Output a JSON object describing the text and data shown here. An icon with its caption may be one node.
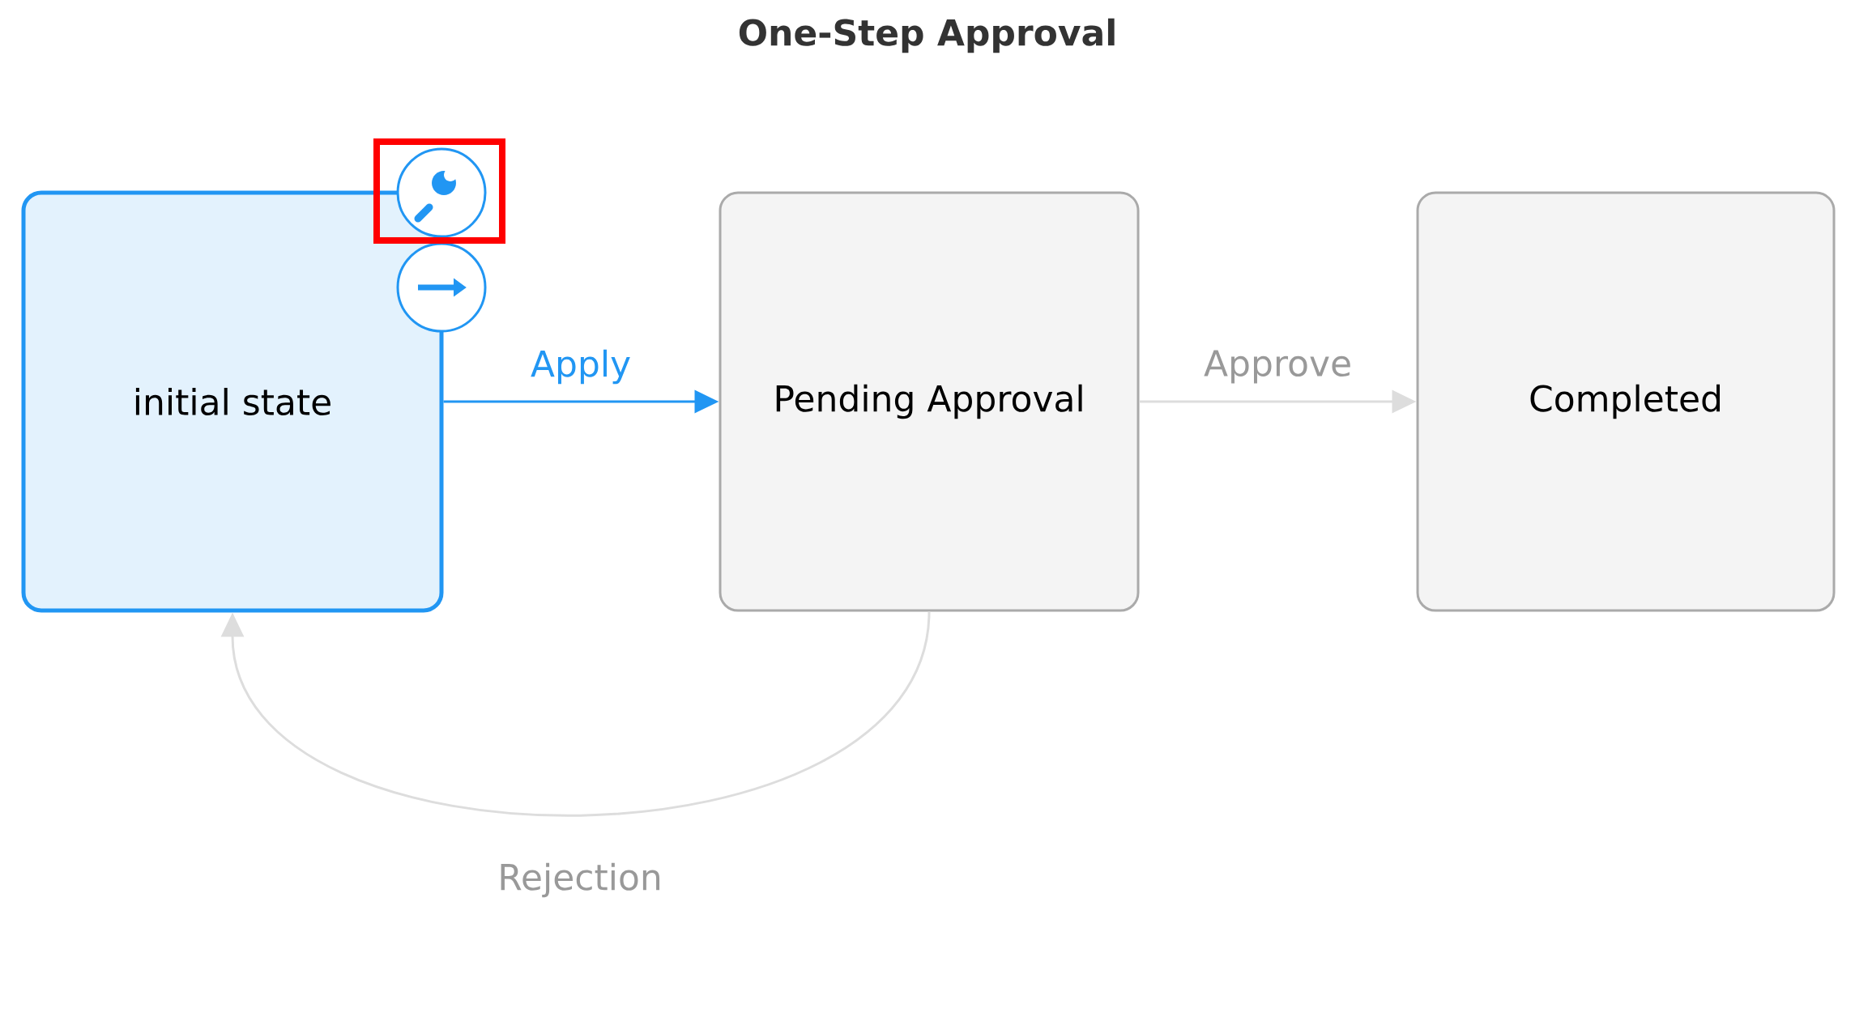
{
  "diagram": {
    "title": "One-Step Approval",
    "nodes": [
      {
        "text": [
          "initial state"
        ]
      },
      {
        "text": [
          "Pending Approval"
        ]
      },
      {
        "text": [
          "Completed"
        ]
      }
    ],
    "edges": [
      {
        "from": 0,
        "to": 1,
        "arrow": "to",
        "label": "Apply",
        "color": "#2196f3"
      },
      {
        "from": 1,
        "to": 2,
        "arrow": "to",
        "label": "Approve"
      },
      {
        "from": 1,
        "to": 0,
        "arrow": "to",
        "label": "Rejection"
      }
    ]
  }
}
